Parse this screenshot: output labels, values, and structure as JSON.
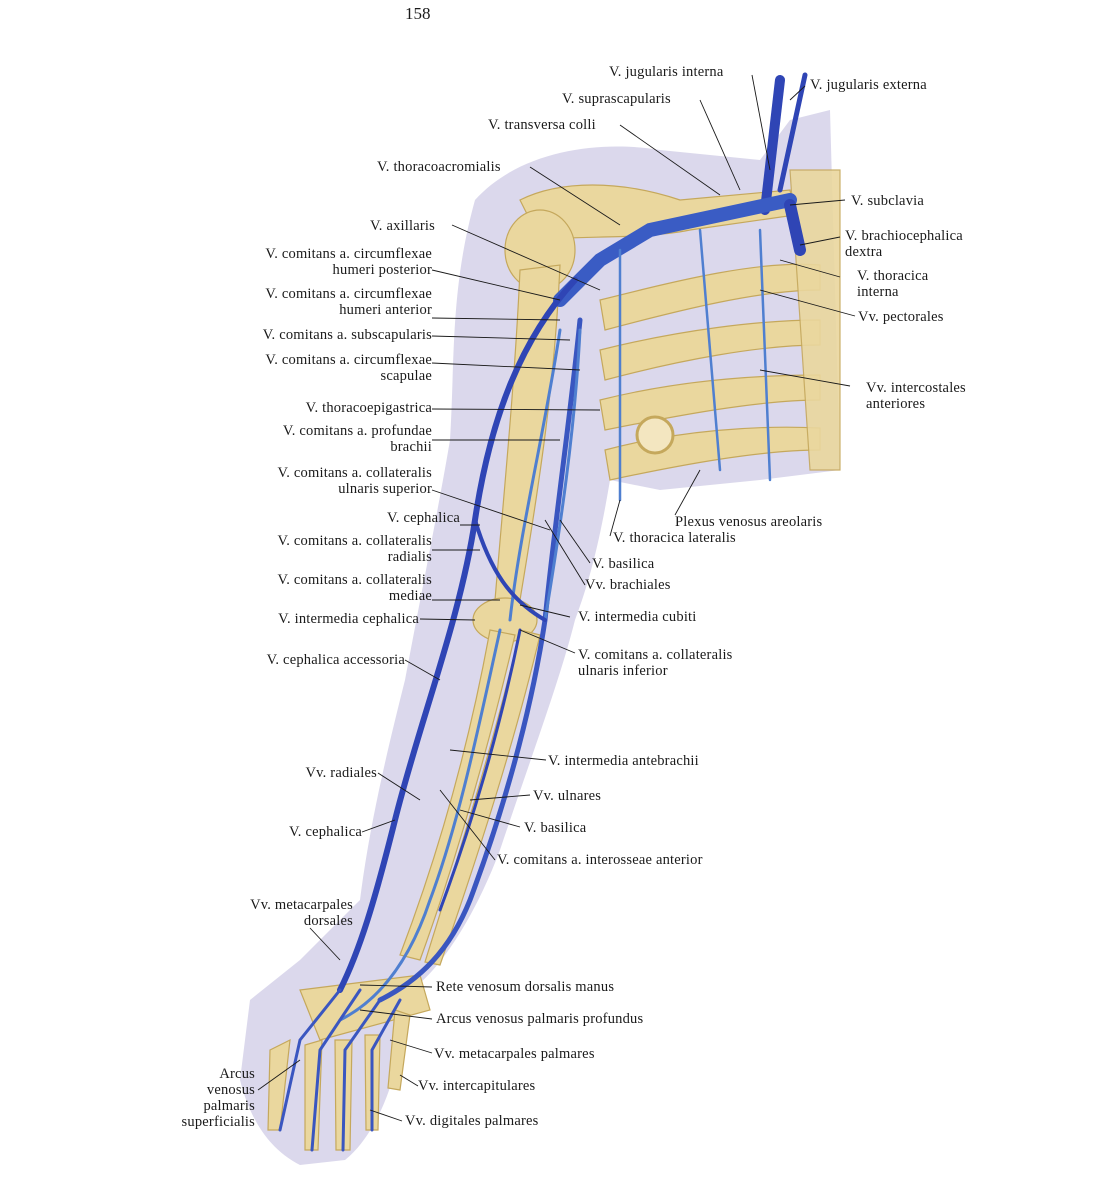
{
  "page_number": "158",
  "colors": {
    "bone": "#e8d59a",
    "vein": "#2f45b5",
    "vein_light": "#4f7fd0",
    "skin": "#c9c6e4",
    "leader": "#1a1a1a"
  },
  "labels": {
    "jugularis_interna": "V. jugularis interna",
    "jugularis_externa": "V. jugularis externa",
    "suprascapularis": "V. suprascapularis",
    "transversa_colli": "V. transversa colli",
    "thoracoacromialis": "V. thoracoacromialis",
    "subclavia": "V. subclavia",
    "axillaris": "V. axillaris",
    "brachiocephalica": [
      "V. brachiocephalica",
      "dextra"
    ],
    "thoracica_interna": [
      "V. thoracica",
      "interna"
    ],
    "circ_hum_post": [
      "V. comitans a. circumflexae",
      "humeri posterior"
    ],
    "circ_hum_ant": [
      "V. comitans a. circumflexae",
      "humeri anterior"
    ],
    "pectorales": "Vv. pectorales",
    "subscapularis": "V. comitans a. subscapularis",
    "circ_scap": [
      "V. comitans a. circumflexae",
      "scapulae"
    ],
    "intercostales": [
      "Vv. intercostales",
      "anteriores"
    ],
    "thoracoepigastrica": "V. thoracoepigastrica",
    "profundae": [
      "V. comitans a. profundae",
      "brachii"
    ],
    "coll_uln_sup": [
      "V. comitans a. collateralis",
      "ulnaris superior"
    ],
    "plexus": "Plexus venosus areolaris",
    "cephalica_upper": "V. cephalica",
    "thoracica_lateralis": "V. thoracica lateralis",
    "coll_rad": [
      "V. comitans a. collateralis",
      "radialis"
    ],
    "basilica_upper": "V. basilica",
    "coll_med": [
      "V. comitans a. collateralis",
      "mediae"
    ],
    "brachiales": "Vv. brachiales",
    "intermedia_cephalica": "V. intermedia cephalica",
    "intermedia_cubiti": "V. intermedia cubiti",
    "cephalica_accessoria": "V. cephalica accessoria",
    "coll_uln_inf": [
      "V. comitans a. collateralis",
      "ulnaris inferior"
    ],
    "intermedia_antebrachii": "V. intermedia antebrachii",
    "radiales": "Vv. radiales",
    "ulnares": "Vv. ulnares",
    "cephalica_lower": "V. cephalica",
    "basilica_lower": "V. basilica",
    "interossea": "V. comitans a. interosseae anterior",
    "metacarp_dors": [
      "Vv. metacarpales",
      "dorsales"
    ],
    "rete": "Rete venosum dorsalis manus",
    "arcus_prof": "Arcus venosus palmaris profundus",
    "metacarp_palm": "Vv. metacarpales palmares",
    "arcus_sup": [
      "Arcus",
      "venosus",
      "palmaris",
      "superficialis"
    ],
    "intercapitulares": "Vv. intercapitulares",
    "digitales": "Vv. digitales palmares"
  }
}
